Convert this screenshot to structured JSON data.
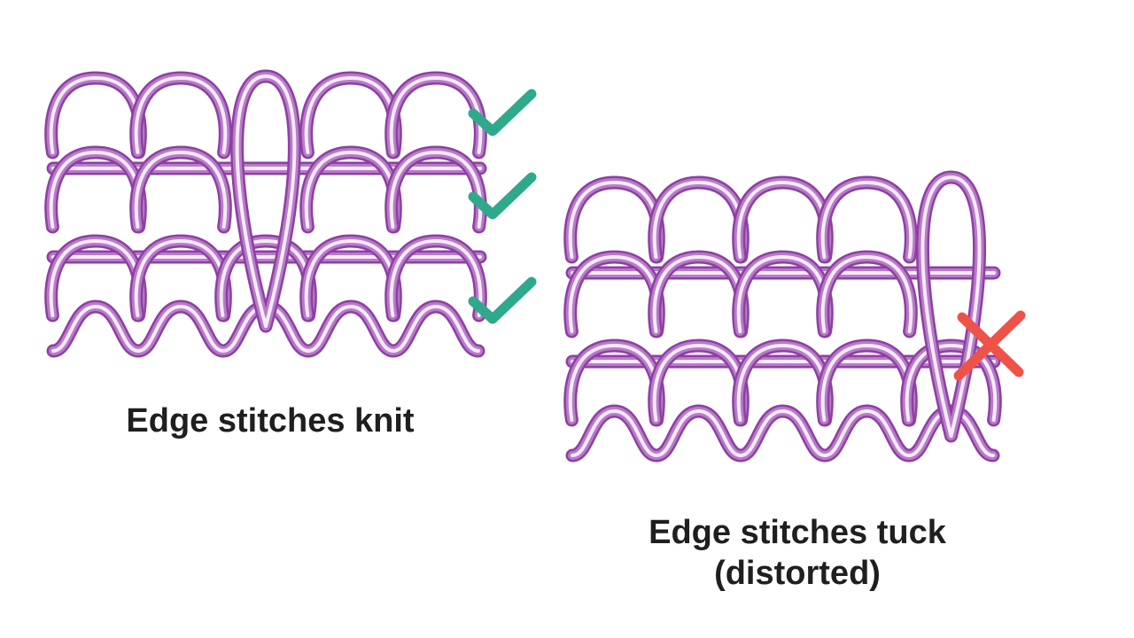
{
  "diagrams": [
    {
      "caption": "Edge stitches knit",
      "marks": [
        "check-icon",
        "check-icon",
        "check-icon"
      ]
    },
    {
      "caption_lines": [
        "Edge stitches tuck",
        "(distorted)"
      ],
      "marks": [
        "cross-icon"
      ]
    }
  ],
  "colors": {
    "yarn_dark": "#8e3fa3",
    "yarn_mid": "#b77cc8",
    "yarn_light": "#f6eafa",
    "check": "#2ea98c",
    "cross": "#ef5249",
    "caption": "#1f1f1f"
  }
}
